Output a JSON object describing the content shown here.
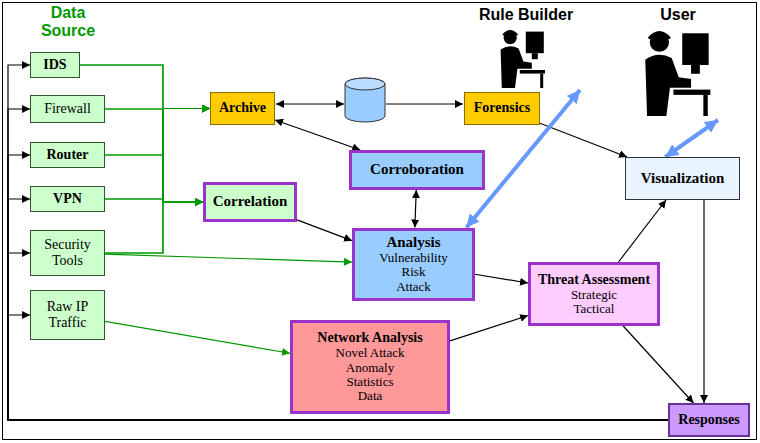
{
  "diagram": {
    "nodes": [
      {
        "text": [
          "IDS"
        ]
      },
      {
        "text": [
          "Firewall"
        ]
      },
      {
        "text": [
          "Router"
        ]
      },
      {
        "text": [
          "VPN"
        ]
      },
      {
        "text": [
          "Security Tools"
        ]
      },
      {
        "text": [
          "Raw IP Traffic"
        ]
      },
      {
        "text": [
          "Archive"
        ]
      },
      {
        "text": [
          "Forensics"
        ]
      },
      {
        "text": [
          "Rule Builder"
        ]
      },
      {
        "text": [
          "User"
        ]
      },
      {
        "text": [
          "Corroboration"
        ]
      },
      {
        "text": [
          "Correlation"
        ]
      },
      {
        "text": [
          "Visualization"
        ]
      },
      {
        "text": [
          "Analysis",
          "Vulnerability Risk Attack"
        ]
      },
      {
        "text": [
          "Threat Assessment",
          "Strategic Tactical"
        ]
      },
      {
        "text": [
          "Network Analysis",
          "Novel Attack Anomaly Statistics Data"
        ]
      },
      {
        "text": [
          "Responses"
        ]
      }
    ],
    "edges": [
      {
        "from": 0,
        "to": 6,
        "arrow": "to"
      },
      {
        "from": 1,
        "to": 6,
        "arrow": "to"
      },
      {
        "from": 2,
        "to": 6,
        "arrow": "to"
      },
      {
        "from": 3,
        "to": 6,
        "arrow": "to"
      },
      {
        "from": 4,
        "to": 6,
        "arrow": "to"
      },
      {
        "from": 0,
        "to": 11,
        "arrow": "to"
      },
      {
        "from": 1,
        "to": 11,
        "arrow": "to"
      },
      {
        "from": 2,
        "to": 11,
        "arrow": "to"
      },
      {
        "from": 3,
        "to": 11,
        "arrow": "to"
      },
      {
        "from": 4,
        "to": 11,
        "arrow": "to"
      },
      {
        "from": 4,
        "to": 13,
        "arrow": "to"
      },
      {
        "from": 5,
        "to": 15,
        "arrow": "to"
      },
      {
        "from": 6,
        "to": 10,
        "arrow": "both"
      },
      {
        "from": 10,
        "to": 13,
        "arrow": "both"
      },
      {
        "from": 11,
        "to": 13,
        "arrow": "to"
      },
      {
        "from": 13,
        "to": 14,
        "arrow": "to"
      },
      {
        "from": 15,
        "to": 14,
        "arrow": "to"
      },
      {
        "from": 14,
        "to": 12,
        "arrow": "to"
      },
      {
        "from": 14,
        "to": 16,
        "arrow": "to"
      },
      {
        "from": 7,
        "to": 12,
        "arrow": "to"
      },
      {
        "from": 12,
        "to": 16,
        "arrow": "to"
      },
      {
        "from": 16,
        "to": 0,
        "arrow": "to"
      },
      {
        "from": 16,
        "to": 1,
        "arrow": "to"
      },
      {
        "from": 16,
        "to": 2,
        "arrow": "to"
      },
      {
        "from": 16,
        "to": 3,
        "arrow": "to"
      },
      {
        "from": 16,
        "to": 4,
        "arrow": "to"
      },
      {
        "from": 16,
        "to": 5,
        "arrow": "to"
      },
      {
        "from": 8,
        "to": 13,
        "arrow": "both"
      },
      {
        "from": 9,
        "to": 12,
        "arrow": "both"
      }
    ],
    "labels": [
      "Data Source"
    ]
  }
}
